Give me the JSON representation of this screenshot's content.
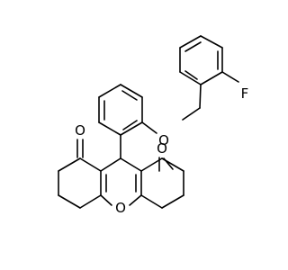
{
  "molecule": {
    "atoms": {
      "fluorine": "F",
      "ether_oxygen": "O",
      "carbonyl_oxygen_left": "O",
      "carbonyl_oxygen_right": "O",
      "ring_oxygen": "O"
    }
  },
  "colors": {
    "background": "#ffffff",
    "bond": "#000000",
    "label": "#000000"
  }
}
